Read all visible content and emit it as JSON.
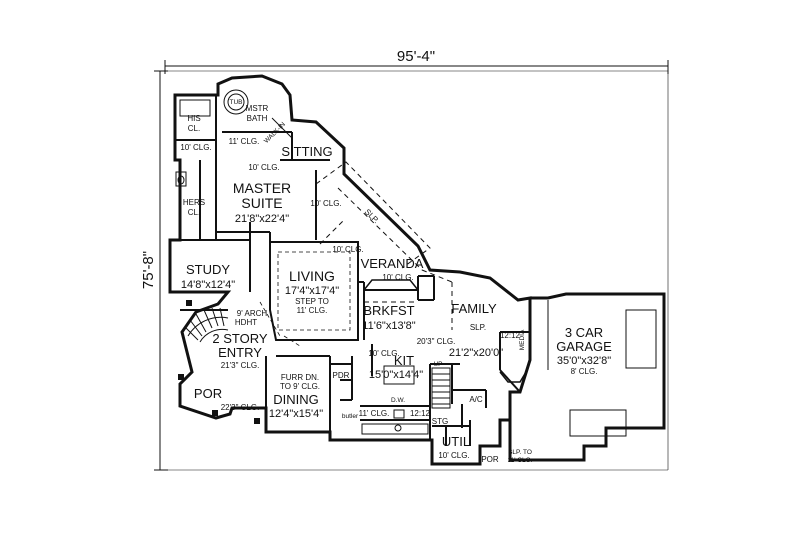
{
  "overall": {
    "width": "95'-4\"",
    "depth": "75'-8\""
  },
  "rooms": {
    "his_cl": {
      "name": "HIS",
      "name2": "CL."
    },
    "hers_cl": {
      "name": "HERS",
      "name2": "CL."
    },
    "mstr_bath": {
      "name": "MSTR",
      "name2": "BATH",
      "tub": "TUB",
      "walk_in": "WALK-IN"
    },
    "sitting": {
      "name": "SITTING",
      "clg": "10' CLG."
    },
    "master_suite": {
      "name": "MASTER",
      "name2": "SUITE",
      "dims": "21'8\"x22'4\""
    },
    "study": {
      "name": "STUDY",
      "dims": "14'8\"x12'4\""
    },
    "living": {
      "name": "LIVING",
      "dims": "17'4\"x17'4\"",
      "note1": "STEP TO",
      "note2": "11' CLG."
    },
    "veranda": {
      "name": "VERANDA",
      "clg": "10' CLG."
    },
    "brkfst": {
      "name": "BRKFST",
      "dims": "11'6\"x13'8\""
    },
    "family": {
      "name": "FAMILY",
      "dims": "21'2\"x20'0\"",
      "clg": "20'3\" CLG.",
      "slp": "SLP.",
      "slp_clg": "12:12"
    },
    "entry": {
      "name": "2 STORY",
      "name2": "ENTRY",
      "clg": "21'3\" CLG."
    },
    "dining": {
      "name": "DINING",
      "dims": "12'4\"x15'4\"",
      "note1": "FURR DN.",
      "note2": "TO 9' CLG."
    },
    "kit": {
      "name": "KIT",
      "dims": "15'0\"x14'4\"",
      "clg": "10' CLG."
    },
    "garage": {
      "name": "3 CAR",
      "name2": "GARAGE",
      "dims": "35'0\"x32'8\"",
      "clg": "8' CLG."
    },
    "util": {
      "name": "UTIL",
      "clg": "10' CLG."
    },
    "por_front": {
      "name": "POR",
      "clg": "22'3\" CLG."
    },
    "por_side": {
      "name": "POR",
      "note1": "SLP. TO",
      "note2": "11' CLG."
    },
    "pdr": {
      "name": "PDR"
    },
    "stg": {
      "name": "STG"
    },
    "ac": {
      "name": "A/C"
    },
    "dw": {
      "name": "D.W."
    },
    "up": {
      "name": "UP"
    },
    "media": {
      "name": "MEDIA"
    }
  },
  "notes": {
    "clg_10": "10' CLG.",
    "clg_11": "11' CLG.",
    "clg_9": "9' CLG.",
    "arch": "9' ARCH",
    "arch2": "HDHT",
    "slp": "SLP.",
    "clg_12": "12:12",
    "butler": "butler",
    "slp_ceil": "10' CLG."
  }
}
